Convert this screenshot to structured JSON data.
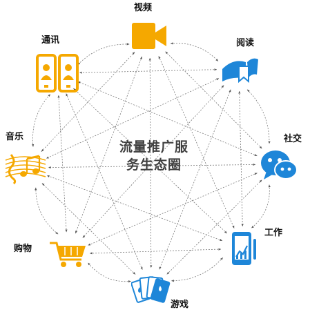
{
  "center": {
    "line1": "流量推广服",
    "line2": "务生态圈"
  },
  "nodes": [
    {
      "id": "video",
      "label": "视频",
      "icon": "video-camera-icon",
      "color": "#F5A800"
    },
    {
      "id": "reading",
      "label": "阅读",
      "icon": "reading-book-icon",
      "color": "#1E86D8"
    },
    {
      "id": "social",
      "label": "社交",
      "icon": "chat-bubbles-icon",
      "color": "#1E86D8"
    },
    {
      "id": "work",
      "label": "工作",
      "icon": "tablet-chart-icon",
      "color": "#1E86D8"
    },
    {
      "id": "game",
      "label": "游戏",
      "icon": "playing-cards-icon",
      "color": "#1E86D8"
    },
    {
      "id": "shopping",
      "label": "购物",
      "icon": "shopping-cart-icon",
      "color": "#F5A800"
    },
    {
      "id": "music",
      "label": "音乐",
      "icon": "music-notes-icon",
      "color": "#F5A800"
    },
    {
      "id": "comms",
      "label": "通讯",
      "icon": "two-phones-icon",
      "color": "#F5A800"
    }
  ],
  "connections": "all-pairs-bidirectional"
}
